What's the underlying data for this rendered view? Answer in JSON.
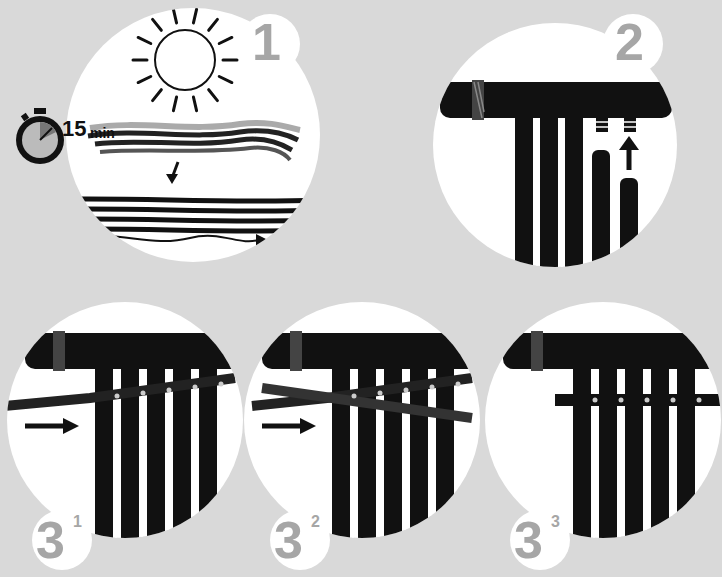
{
  "diagram": {
    "labels": [
      "1",
      "15",
      "min",
      "2",
      "3",
      "1",
      "3",
      "2",
      "3",
      "3"
    ]
  }
}
